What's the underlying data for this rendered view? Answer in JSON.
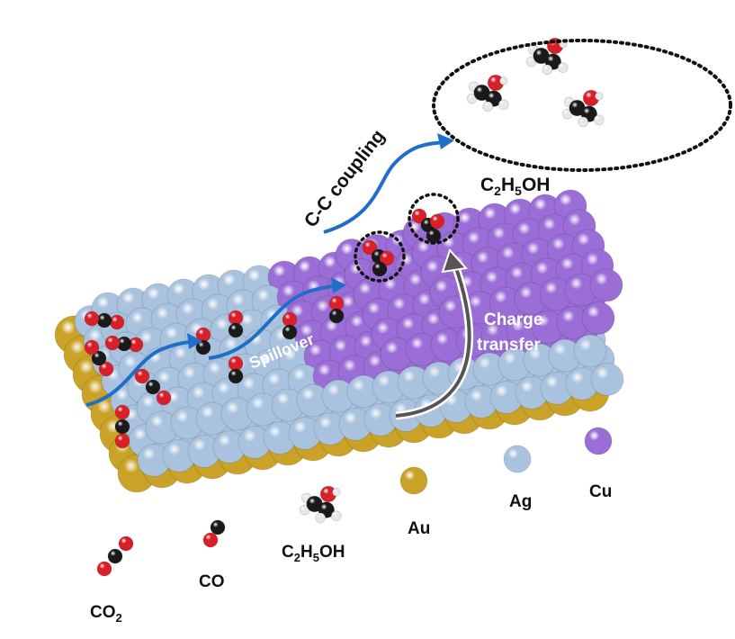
{
  "diagram": {
    "labels": {
      "cc_coupling": "C-C coupling",
      "product_top": {
        "main": "C",
        "sub1": "2",
        "mid": "H",
        "sub2": "5",
        "end": "OH"
      },
      "spillover": "Spillover",
      "charge_transfer_line1": "Charge",
      "charge_transfer_line2": "transfer"
    },
    "legend": {
      "au": "Au",
      "ag": "Ag",
      "cu": "Cu",
      "co2": {
        "main": "CO",
        "sub": "2"
      },
      "co": "CO",
      "ethanol": {
        "main": "C",
        "sub1": "2",
        "mid": "H",
        "sub2": "5",
        "end": "OH"
      }
    },
    "colors": {
      "au": "#c9a227",
      "ag": "#a9c3df",
      "cu": "#9a6ed6",
      "carbon": "#1a1a1a",
      "oxygen": "#d8202a",
      "hydrogen": "#e8e8e8",
      "arrow": "#1f6fc9"
    }
  }
}
